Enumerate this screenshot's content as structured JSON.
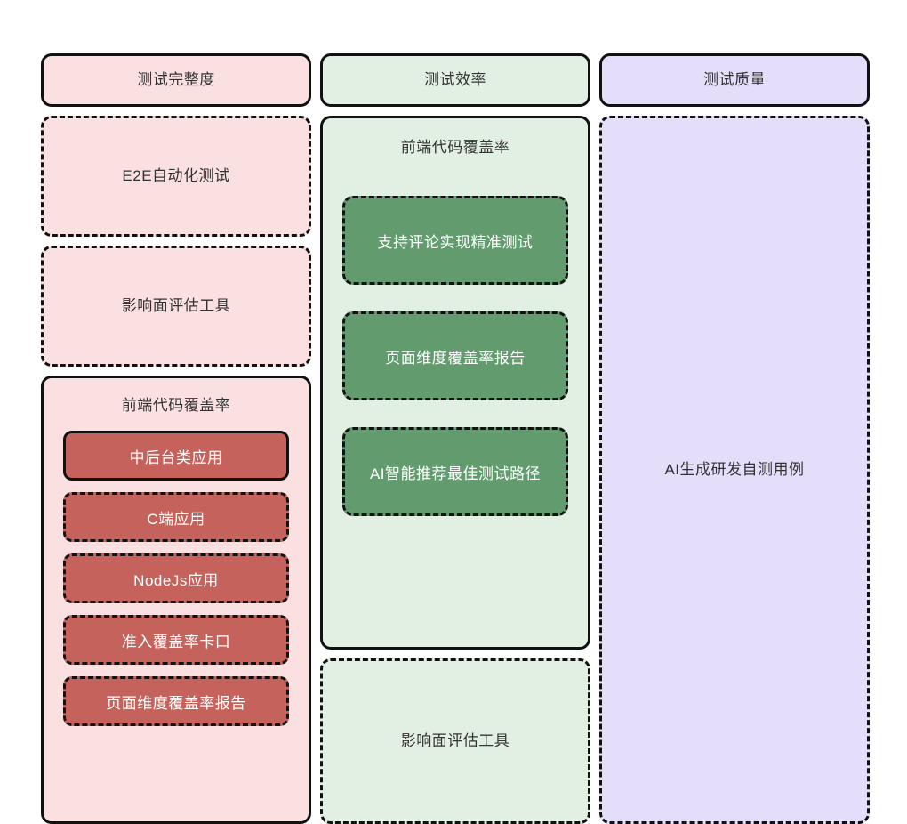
{
  "columns": [
    {
      "id": "completeness",
      "header": "测试完整度",
      "accent": "#fae0e1",
      "items": [
        {
          "kind": "leaf",
          "label": "E2E自动化测试",
          "border": "dashed"
        },
        {
          "kind": "leaf",
          "label": "影响面评估工具",
          "border": "dashed"
        },
        {
          "kind": "group",
          "label": "前端代码覆盖率",
          "border": "solid",
          "children": [
            {
              "label": "中后台类应用",
              "border": "solid"
            },
            {
              "label": "C端应用",
              "border": "dashed"
            },
            {
              "label": "NodeJs应用",
              "border": "dashed"
            },
            {
              "label": "准入覆盖率卡口",
              "border": "dashed"
            },
            {
              "label": "页面维度覆盖率报告",
              "border": "dashed"
            }
          ]
        }
      ]
    },
    {
      "id": "efficiency",
      "header": "测试效率",
      "accent": "#e2f0e3",
      "items": [
        {
          "kind": "group",
          "label": "前端代码覆盖率",
          "border": "solid",
          "children": [
            {
              "label": "支持评论实现精准测试",
              "border": "dashed"
            },
            {
              "label": "页面维度覆盖率报告",
              "border": "dashed"
            },
            {
              "label": "AI智能推荐最佳测试路径",
              "border": "dashed"
            }
          ]
        },
        {
          "kind": "leaf",
          "label": "影响面评估工具",
          "border": "dashed"
        }
      ]
    },
    {
      "id": "quality",
      "header": "测试质量",
      "accent": "#e5defa",
      "items": [
        {
          "kind": "leaf",
          "label": "AI生成研发自测用例",
          "border": "dashed"
        }
      ]
    }
  ],
  "palette": {
    "pink_light": "#fae0e1",
    "green_light": "#e2f0e3",
    "lavender_light": "#e5defa",
    "red_deep": "#c5625c",
    "green_deep": "#629c6e",
    "stroke": "#111111",
    "text_dark": "#333333",
    "text_light": "#ffffff",
    "canvas": "#ffffff"
  }
}
